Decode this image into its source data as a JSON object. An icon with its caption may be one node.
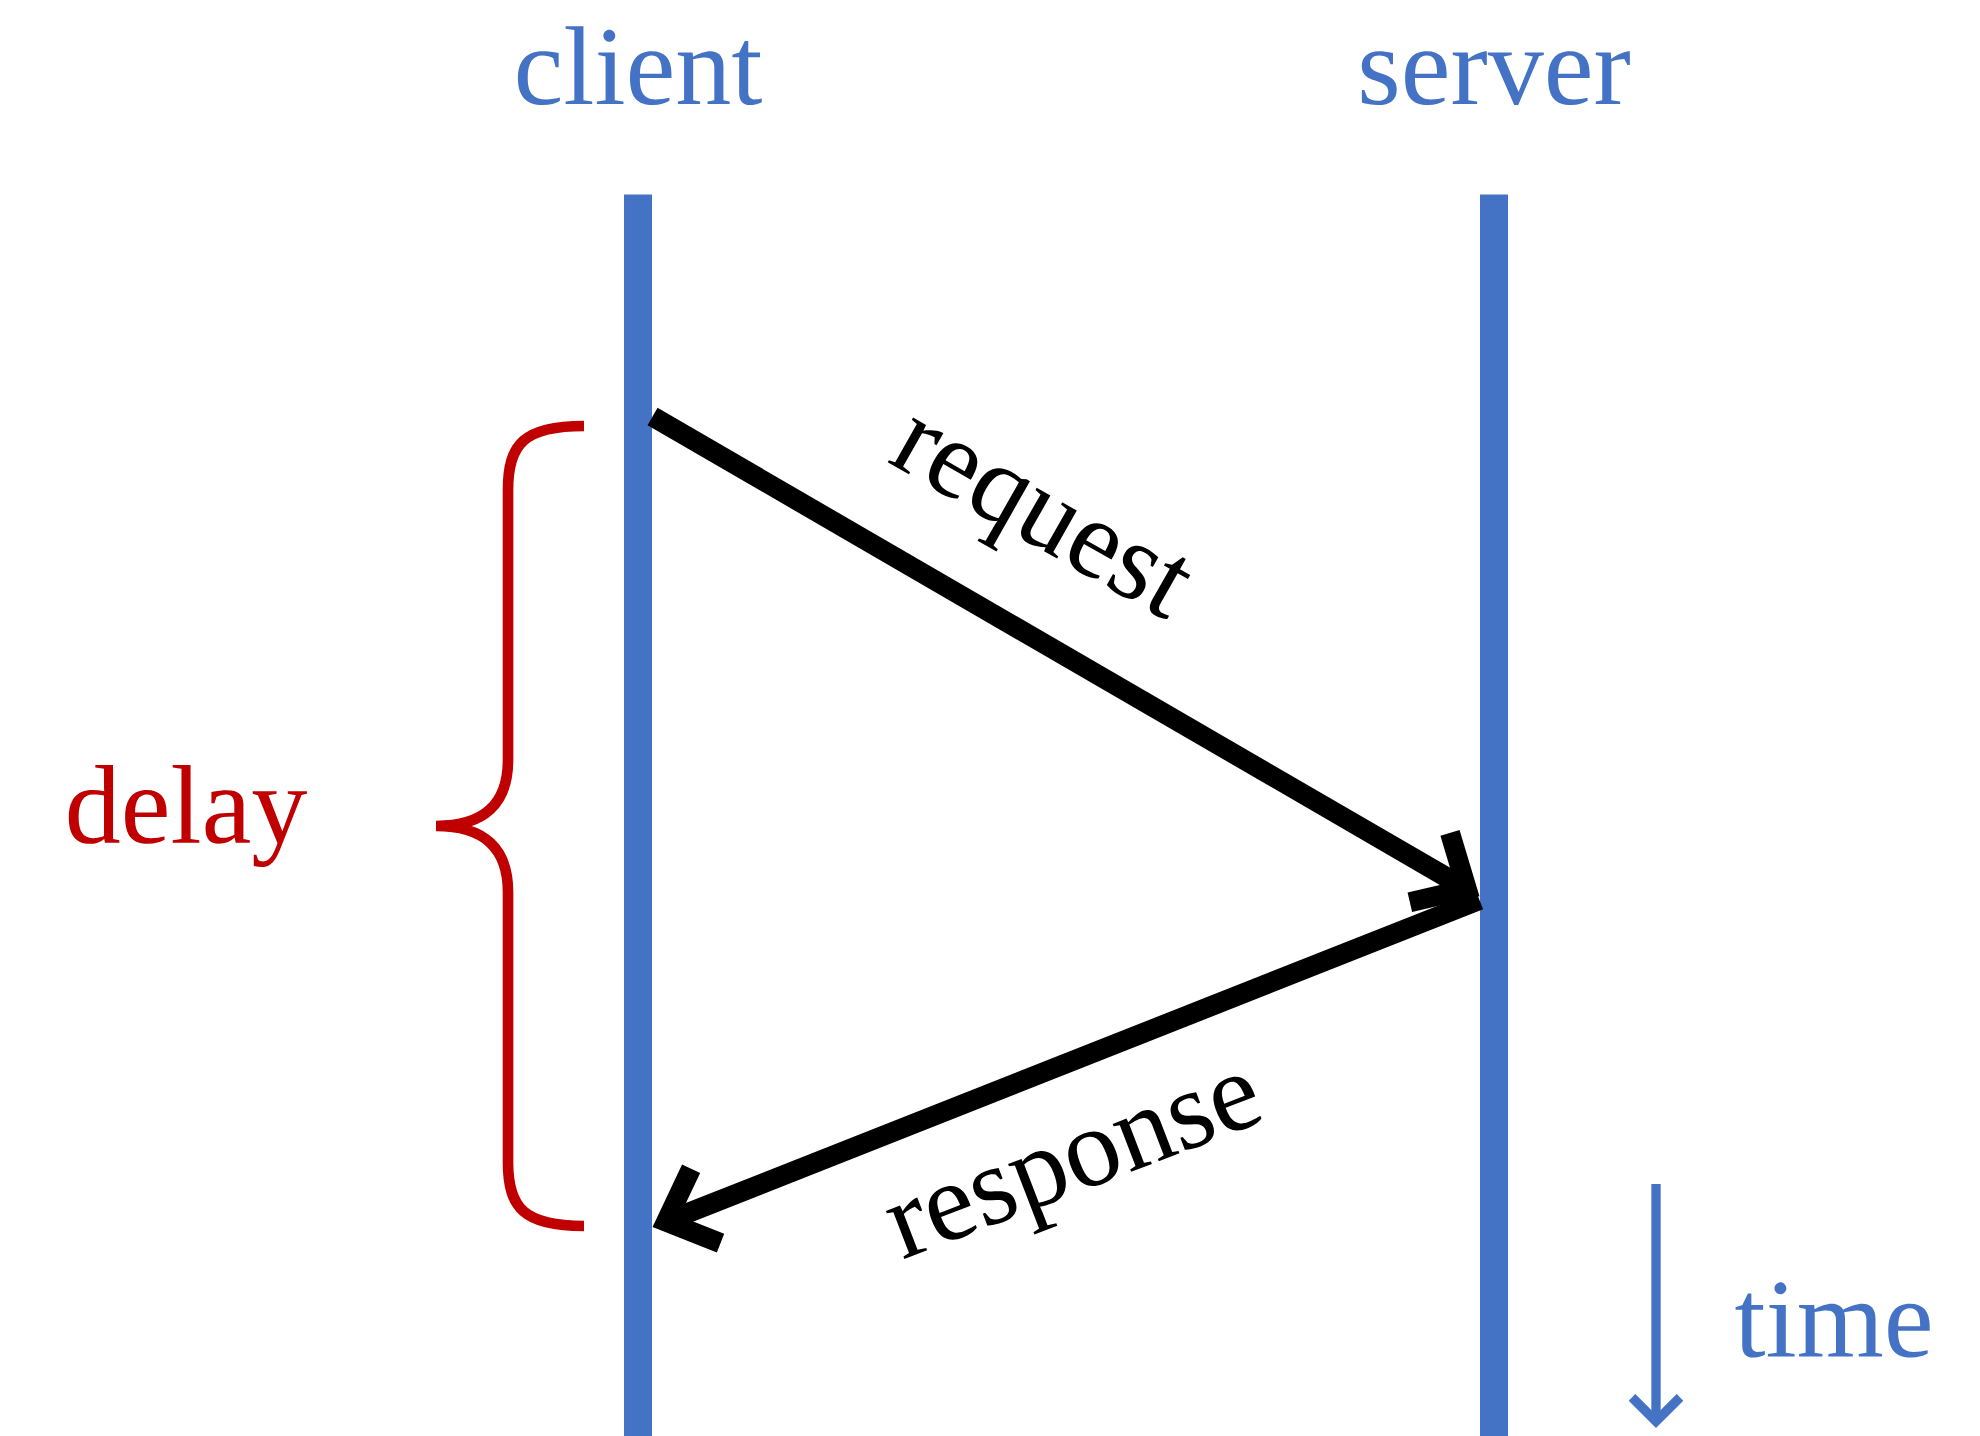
{
  "diagram": {
    "nodes": [
      {
        "text": [
          "client"
        ]
      },
      {
        "text": [
          "server"
        ]
      }
    ],
    "edges": [
      {
        "from": 0,
        "to": 1,
        "arrow": "to",
        "label": "request"
      },
      {
        "from": 1,
        "to": 0,
        "arrow": "to",
        "label": "response"
      }
    ],
    "labels": [
      "delay",
      "time"
    ]
  }
}
